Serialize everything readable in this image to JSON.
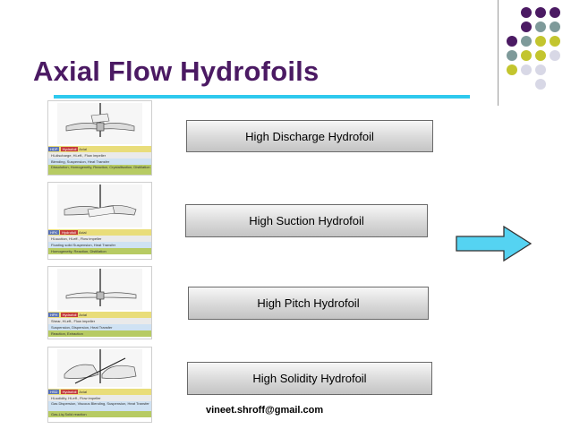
{
  "slide": {
    "title": "Axial Flow Hydrofoils",
    "email": "vineet.shroff@gmail.com"
  },
  "buttons": [
    {
      "label": "High Discharge Hydrofoil"
    },
    {
      "label": "High Suction Hydrofoil"
    },
    {
      "label": "High Pitch Hydrofoil"
    },
    {
      "label": "High Solidity Hydrofoil"
    }
  ],
  "cards": [
    {
      "tag": "HDP",
      "type": "Hydrofoil",
      "flow": "Axial",
      "rows": [
        "Hi-discharge, Hi-eff., Flow impeller",
        "Blending, Suspension, Heat Transfer",
        "Dissolution, Homogeneity, Reaction, Crystallisation, Distillation"
      ]
    },
    {
      "tag": "HFK",
      "type": "Hydrofoil",
      "flow": "Axial",
      "rows": [
        "Hi-suction, Hi-eff., Flow impeller",
        "Floating solid Suspension, Heat Transfer",
        "Homogeneity, Reaction, Distillation"
      ]
    },
    {
      "tag": "HPH",
      "type": "Hydrofoil",
      "flow": "Axial",
      "rows": [
        "Shear, Hi-eff., Flow impeller",
        "Suspension, Dispersion, Heat Transfer",
        "Reaction, Extraction"
      ]
    },
    {
      "tag": "HSD",
      "type": "Hydrofoil",
      "flow": "Axial",
      "rows": [
        "Hi-solidity, Hi-eff., Flow impeller",
        "Gas Dispersion, Viscous Blending, Suspension, Heat Transfer",
        "Gas-Liq-Solid reaction"
      ]
    }
  ],
  "colors": {
    "title": "#4b1a63",
    "accent_line": "#2ec9ee",
    "arrow_fill": "#55d3f2",
    "dot_purple": "#4b1a63",
    "dot_teal": "#7e9a9a",
    "dot_olive": "#c3c52e",
    "dot_light": "#d8d8e6"
  },
  "icons": [
    "right-arrow-icon",
    "impeller-diagram-icon",
    "decorative-dot-grid"
  ]
}
